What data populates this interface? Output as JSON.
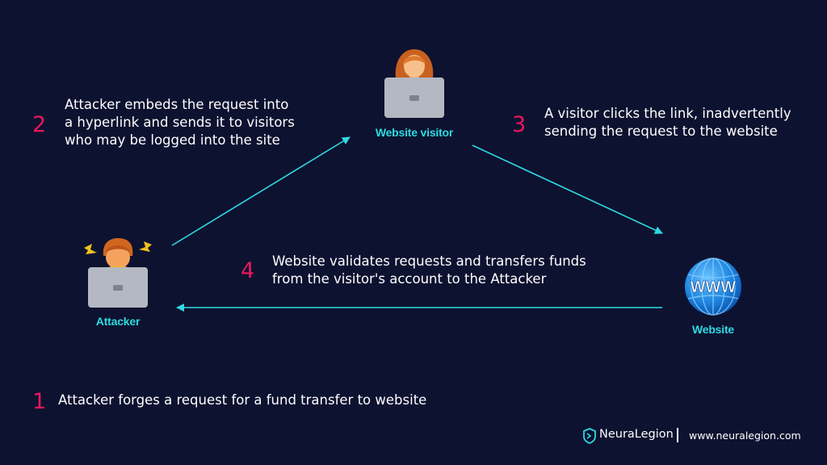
{
  "colors": {
    "background": "#0d1230",
    "accent_cyan": "#2fd9e0",
    "step_number": "#e8175d",
    "text": "#ffffff"
  },
  "actors": {
    "visitor": {
      "label": "Website visitor",
      "icon": "person-laptop-icon"
    },
    "attacker": {
      "label": "Attacker",
      "icon": "stressed-person-laptop-icon"
    },
    "website": {
      "label": "Website",
      "icon": "www-globe-icon",
      "globe_text": "WWW"
    }
  },
  "steps": [
    {
      "number": "1",
      "text": "Attacker forges a request for a fund transfer to website"
    },
    {
      "number": "2",
      "lines": [
        "Attacker embeds the request into",
        "a hyperlink and sends it to visitors",
        "who may be logged into the site"
      ]
    },
    {
      "number": "3",
      "lines": [
        "A visitor clicks the link, inadvertently",
        "sending the request to the website"
      ]
    },
    {
      "number": "4",
      "lines": [
        "Website validates requests and transfers funds",
        "from the visitor's account to the Attacker"
      ]
    }
  ],
  "footer": {
    "brand": "NeuraLegion",
    "url": "www.neuralegion.com",
    "logo_icon": "neuralegion-shield-icon"
  }
}
